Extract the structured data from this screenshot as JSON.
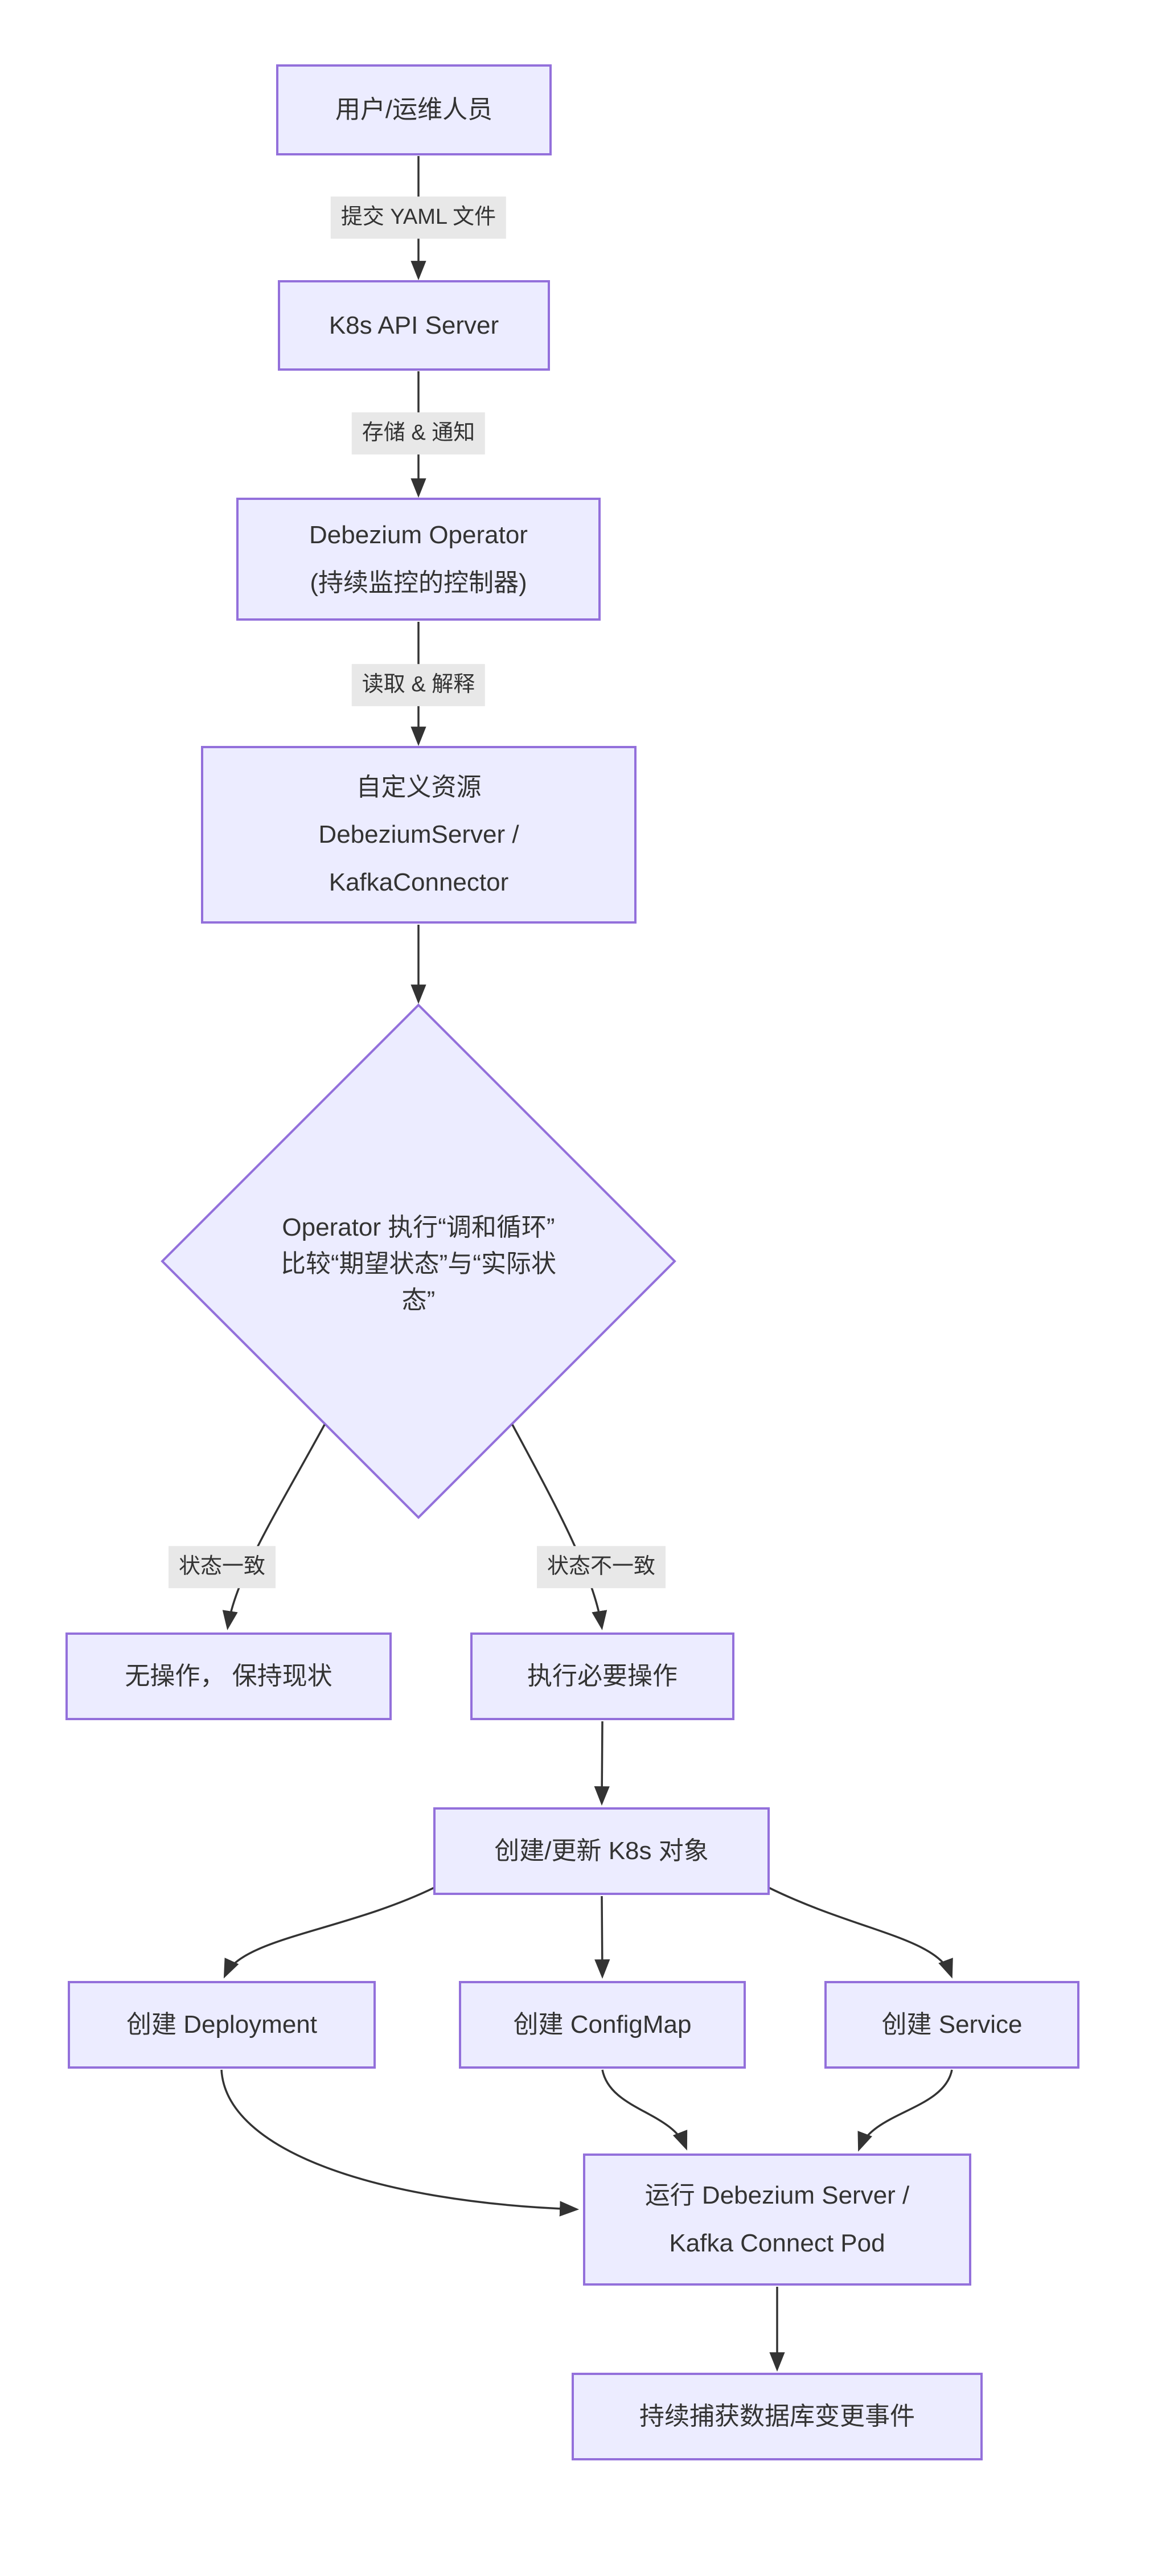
{
  "diagram": {
    "type": "flowchart",
    "colors": {
      "node_fill": "#ECECFF",
      "node_border": "#9370DB",
      "edge_line": "#333333",
      "edge_label_bg": "#e8e8e8",
      "text": "#333333",
      "background": "#ffffff"
    },
    "nodes": {
      "user": {
        "label": "用户/运维人员"
      },
      "api": {
        "label": "K8s API Server"
      },
      "operator": {
        "lines": [
          "Debezium Operator",
          "(持续监控的控制器)"
        ]
      },
      "cr": {
        "lines": [
          "自定义资源",
          "DebeziumServer /",
          "KafkaConnector"
        ]
      },
      "decision": {
        "lines": [
          "Operator 执行“调和循环”",
          "比较“期望状态”与“实际状",
          "态”"
        ]
      },
      "noop": {
        "label": "无操作， 保持现状"
      },
      "act": {
        "label": "执行必要操作"
      },
      "k8sobj": {
        "label": "创建/更新 K8s 对象"
      },
      "deployment": {
        "label": "创建 Deployment"
      },
      "configmap": {
        "label": "创建 ConfigMap"
      },
      "service": {
        "label": "创建 Service"
      },
      "pod": {
        "lines": [
          "运行 Debezium Server /",
          "Kafka Connect Pod"
        ]
      },
      "capture": {
        "label": "持续捕获数据库变更事件"
      }
    },
    "edge_labels": {
      "submit": "提交 YAML 文件",
      "store": "存储 & 通知",
      "read": "读取 & 解释",
      "match": "状态一致",
      "mismatch": "状态不一致"
    }
  }
}
